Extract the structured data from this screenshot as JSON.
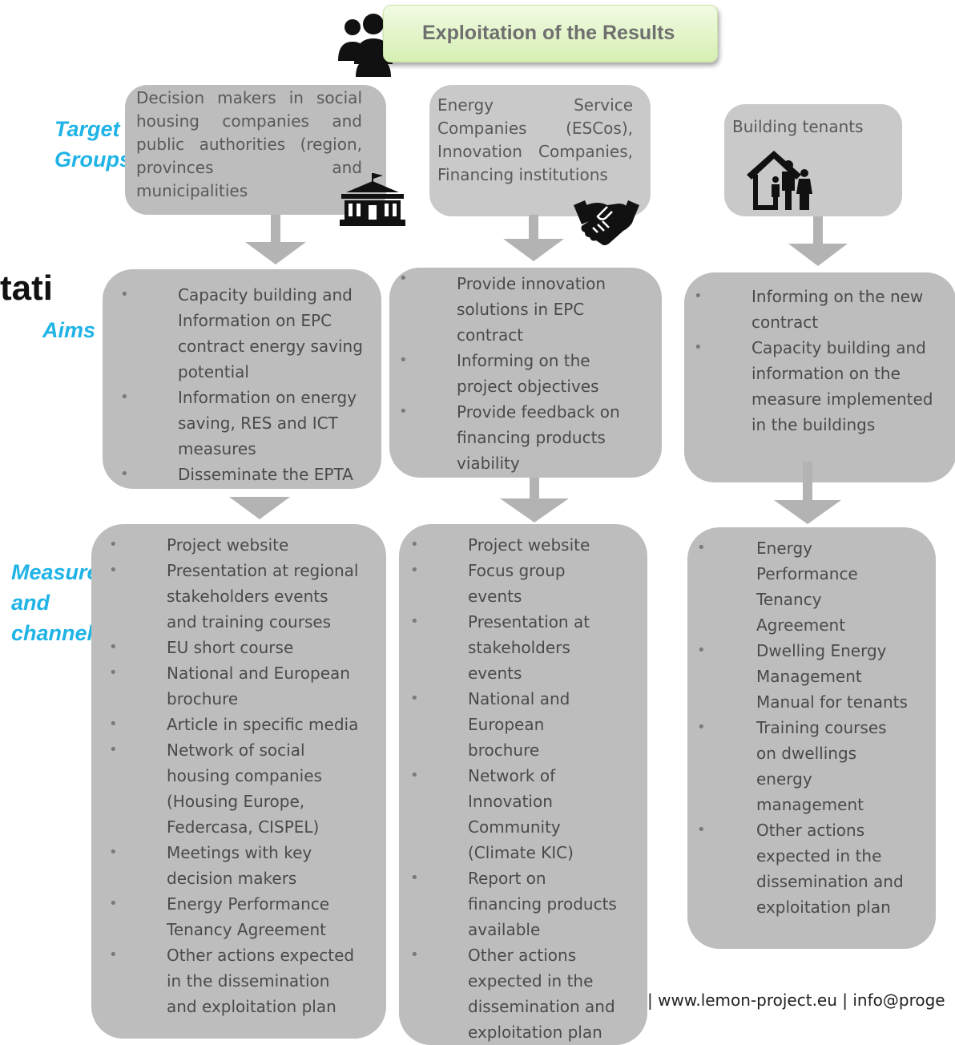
{
  "title": "Exploitation of the Results",
  "partial_heading": "tati",
  "side_labels": {
    "target_groups": [
      "Target",
      "Groups"
    ],
    "aims": "Aims",
    "measures": [
      "Measures",
      "and",
      "channels"
    ]
  },
  "columns": [
    {
      "target_group": [
        "Decision makers in social",
        "housing companies and",
        "public authorities (region,",
        "provinces and municipalities"
      ],
      "target_icon": "government-building-icon",
      "aims": [
        [
          "Capacity building and",
          "Information  on EPC",
          "contract energy saving",
          "potential"
        ],
        [
          "Information on energy",
          "saving, RES and ICT",
          "measures"
        ],
        [
          "Disseminate the EPTA"
        ]
      ],
      "measures": [
        [
          "Project website"
        ],
        [
          "Presentation at regional",
          "stakeholders events",
          "and training courses"
        ],
        [
          "EU short course"
        ],
        [
          "National and European",
          "brochure"
        ],
        [
          "Article in specific media"
        ],
        [
          "Network of social",
          "housing companies",
          "(Housing Europe,",
          "Federcasa, CISPEL)"
        ],
        [
          "Meetings with key",
          "decision makers"
        ],
        [
          "Energy Performance",
          "Tenancy Agreement"
        ],
        [
          "Other actions expected",
          "in the dissemination",
          "and exploitation plan"
        ]
      ]
    },
    {
      "target_group": [
        "Energy Service",
        "Companies (ESCos),",
        "Innovation Companies,",
        "Financing institutions"
      ],
      "target_icon": "handshake-icon",
      "aims": [
        [
          "Provide innovation",
          "solutions in EPC",
          "contract"
        ],
        [
          "Informing on the",
          "project objectives"
        ],
        [
          "Provide feedback on",
          "financing products",
          "viability"
        ]
      ],
      "measures": [
        [
          "Project website"
        ],
        [
          "Focus group",
          "events"
        ],
        [
          "Presentation at",
          "stakeholders",
          "events"
        ],
        [
          "National and",
          "European",
          "brochure"
        ],
        [
          "Network of",
          "Innovation",
          "Community",
          "(Climate KIC)"
        ],
        [
          "Report on",
          "financing products",
          "available"
        ],
        [
          "Other actions",
          "expected in the",
          "dissemination and",
          "exploitation plan"
        ]
      ]
    },
    {
      "target_group": [
        "Building tenants"
      ],
      "target_icon": "family-house-icon",
      "aims": [
        [
          "Informing on the new",
          "contract"
        ],
        [
          "Capacity building and",
          "information on the",
          "measure implemented",
          "in the buildings"
        ]
      ],
      "measures": [
        [
          "Energy",
          "Performance",
          "Tenancy",
          "Agreement"
        ],
        [
          "Dwelling Energy",
          "Management",
          "Manual for tenants"
        ],
        [
          "Training courses",
          "on dwellings",
          "energy",
          "management"
        ],
        [
          "Other actions",
          "expected in the",
          "dissemination and",
          "exploitation plan"
        ]
      ]
    }
  ],
  "bullet_char": "•",
  "footer": "| www.lemon-project.eu | info@proge",
  "colors": {
    "box": "#bdbdbd",
    "arrow": "#b3b3b3",
    "accent": "#1fb3e6",
    "title_bg": "#d6efb2"
  }
}
